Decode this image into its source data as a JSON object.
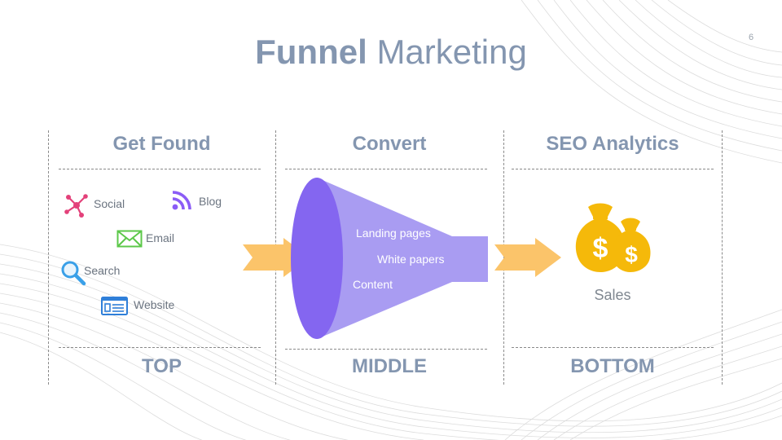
{
  "slide": {
    "title_bold": "Funnel",
    "title_rest": " Marketing",
    "page_number": "6"
  },
  "columns": [
    {
      "header": "Get Found",
      "footer": "TOP"
    },
    {
      "header": "Convert",
      "footer": "MIDDLE"
    },
    {
      "header": "SEO Analytics",
      "footer": "BOTTOM"
    }
  ],
  "channels": [
    {
      "label": "Social",
      "icon": "network-icon"
    },
    {
      "label": "Blog",
      "icon": "rss-icon"
    },
    {
      "label": "Email",
      "icon": "envelope-icon"
    },
    {
      "label": "Search",
      "icon": "magnifier-icon"
    },
    {
      "label": "Website",
      "icon": "browser-window-icon"
    }
  ],
  "funnel": {
    "items": [
      "Landing pages",
      "White papers",
      "Content"
    ]
  },
  "result": {
    "label": "Sales",
    "icon": "money-bags-icon"
  },
  "colors": {
    "title": "#8496b0",
    "funnel_body": "#a99cf2",
    "funnel_mouth": "#8466f0",
    "arrow": "#fbc46a",
    "money": "#f5b90a",
    "social": "#e3417a",
    "blog": "#8b5cf6",
    "email": "#5cc84a",
    "search": "#3aa0e8",
    "website": "#2f7fd9"
  }
}
